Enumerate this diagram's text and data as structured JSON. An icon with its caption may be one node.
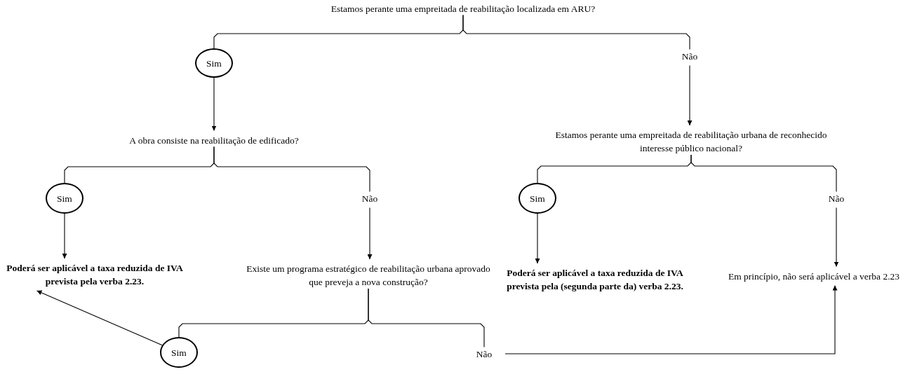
{
  "diagram": {
    "nodes": [
      {
        "text": [
          "Estamos perante uma empreitada de reabilitação localizada em ARU?"
        ]
      },
      {
        "text": [
          "Sim"
        ]
      },
      {
        "text": [
          "Não"
        ]
      },
      {
        "text": [
          "A obra consiste na reabilitação de edificado?"
        ]
      },
      {
        "text": [
          "Estamos perante uma empreitada de reabilitação urbana de reconhecido interesse público nacional?"
        ]
      },
      {
        "text": [
          "Sim"
        ]
      },
      {
        "text": [
          "Não"
        ]
      },
      {
        "text": [
          "Sim"
        ]
      },
      {
        "text": [
          "Não"
        ]
      },
      {
        "text": [
          "Poderá ser aplicável a taxa reduzida de IVA prevista pela verba 2.23."
        ]
      },
      {
        "text": [
          "Existe um programa estratégico de reabilitação urbana aprovado que preveja a nova construção?"
        ]
      },
      {
        "text": [
          "Poderá ser aplicável a taxa reduzida de IVA prevista pela (segunda parte da) verba 2.23."
        ]
      },
      {
        "text": [
          "Em princípio, não será aplicável a verba 2.23"
        ]
      },
      {
        "text": [
          "Sim"
        ]
      },
      {
        "text": [
          "Não"
        ]
      }
    ],
    "edges": [
      {
        "from": 0,
        "to": 1,
        "arrow": "none"
      },
      {
        "from": 0,
        "to": 2,
        "arrow": "none"
      },
      {
        "from": 1,
        "to": 3,
        "arrow": "to"
      },
      {
        "from": 2,
        "to": 4,
        "arrow": "to"
      },
      {
        "from": 3,
        "to": 5,
        "arrow": "none"
      },
      {
        "from": 3,
        "to": 6,
        "arrow": "none"
      },
      {
        "from": 4,
        "to": 7,
        "arrow": "none"
      },
      {
        "from": 4,
        "to": 8,
        "arrow": "none"
      },
      {
        "from": 5,
        "to": 9,
        "arrow": "to"
      },
      {
        "from": 6,
        "to": 10,
        "arrow": "to"
      },
      {
        "from": 7,
        "to": 11,
        "arrow": "to"
      },
      {
        "from": 8,
        "to": 12,
        "arrow": "to"
      },
      {
        "from": 10,
        "to": 13,
        "arrow": "none"
      },
      {
        "from": 10,
        "to": 14,
        "arrow": "none"
      },
      {
        "from": 13,
        "to": 9,
        "arrow": "to"
      },
      {
        "from": 14,
        "to": 12,
        "arrow": "to"
      }
    ]
  }
}
